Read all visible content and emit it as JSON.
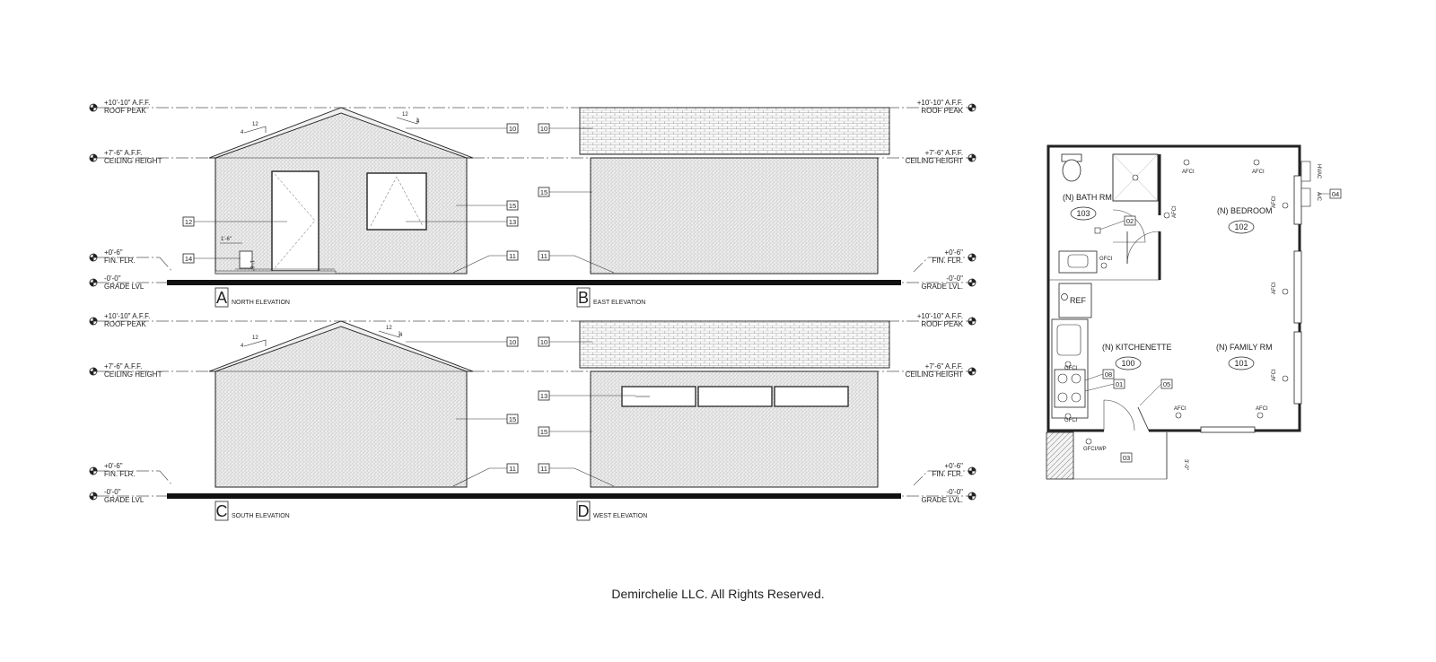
{
  "levels": [
    {
      "elev": "+10'-10\" A.F.F.",
      "name": "ROOF PEAK"
    },
    {
      "elev": "+7'-6\" A.F.F.",
      "name": "CEILING HEIGHT"
    },
    {
      "elev": "+0'-6\"",
      "name": "FIN. FLR."
    },
    {
      "elev": "-0'-0\"",
      "name": "GRADE LVL"
    },
    {
      "elev": "-0'-0\"",
      "name": "GRADE LVL."
    }
  ],
  "elevations": [
    {
      "letter": "A",
      "title": "NORTH ELEVATION"
    },
    {
      "letter": "B",
      "title": "EAST ELEVATION"
    },
    {
      "letter": "C",
      "title": "SOUTH ELEVATION"
    },
    {
      "letter": "D",
      "title": "WEST ELEVATION"
    }
  ],
  "keynotes": {
    "roof": "10",
    "grade": "11",
    "door": "12",
    "window": "13",
    "vent": "14",
    "siding": "15"
  },
  "slope": {
    "rise": "4",
    "run": "12"
  },
  "dims": {
    "vent_w": "1'-6\"",
    "vent_h": "1'-6\"",
    "porch": "3'-0\""
  },
  "plan": {
    "rooms": [
      {
        "name": "(N) BATH RM",
        "num": "103"
      },
      {
        "name": "(N) BEDROOM",
        "num": "102"
      },
      {
        "name": "(N) KITCHENETTE",
        "num": "100"
      },
      {
        "name": "(N) FAMILY RM",
        "num": "101"
      }
    ],
    "tags": {
      "t01": "01",
      "t02": "02",
      "t03": "03",
      "t04": "04",
      "t05": "05",
      "t08": "08"
    },
    "labels": {
      "afci": "AFCI",
      "gfci": "GFCI",
      "gfci_wp": "GFCI/WP",
      "ref": "REF",
      "hvac": "HVAC",
      "ac": "A/C"
    }
  },
  "footer": "Demirchelie LLC. All Rights Reserved."
}
